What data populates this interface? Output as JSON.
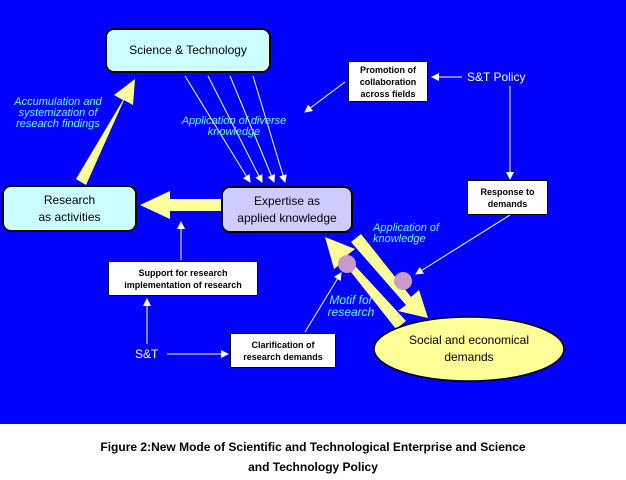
{
  "nodes": {
    "science_technology": "Science & Technology",
    "research": [
      "Research",
      "as activities"
    ],
    "expertise": [
      "Expertise as",
      "applied knowledge"
    ],
    "social": [
      "Social and economical",
      "demands"
    ],
    "promotion": [
      "Promotion of",
      "collaboration",
      "across fields"
    ],
    "response": [
      "Response to",
      "demands"
    ],
    "support": [
      "Support for research",
      "implementation of research"
    ],
    "clarification": [
      "Clarification of",
      "research demands"
    ],
    "st_policy": "S&T Policy",
    "st": "S&T"
  },
  "labels": {
    "accumulation": [
      "Accumulation and",
      "systemization of",
      "research findings"
    ],
    "application_diverse": [
      "Application of diverse",
      "knowledge"
    ],
    "application_knowledge": [
      "Application of",
      "knowledge"
    ],
    "motif": [
      "Motif for",
      "research"
    ]
  },
  "caption": [
    "Figure 2:New Mode of Scientific and Technological Enterprise and Science",
    "and Technology Policy"
  ],
  "colors": {
    "background": "#0000ff",
    "box_fill": "#ccffff",
    "expertise_fill": "#ccccff",
    "ellipse_fill": "#ffff99",
    "thick_arrow": "#ffff99",
    "label_text": "#66ffff"
  }
}
